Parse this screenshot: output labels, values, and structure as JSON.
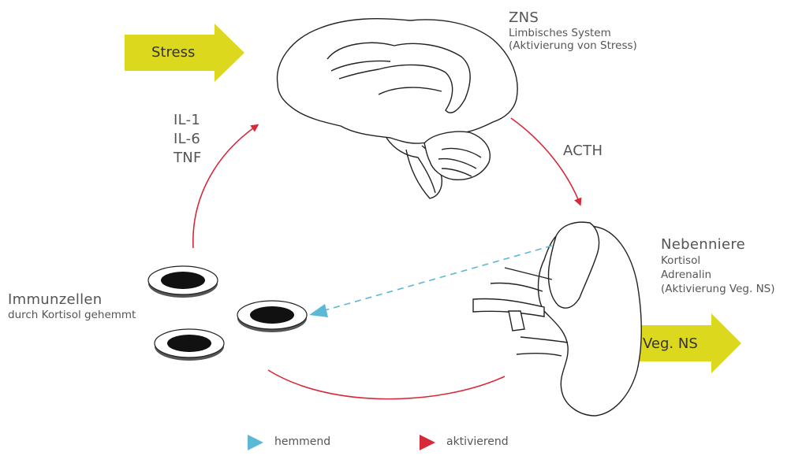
{
  "nodes": {
    "stress": "Stress",
    "veg_ns": "Veg. NS",
    "zns": {
      "title": "ZNS",
      "line1": "Limbisches System",
      "line2": "(Aktivierung von Stress)"
    },
    "cytokines": [
      "IL-1",
      "IL-6",
      "TNF"
    ],
    "acth": "ACTH",
    "nebenniere": {
      "title": "Nebenniere",
      "line1": "Kortisol",
      "line2": "Adrenalin",
      "line3": "(Aktivierung Veg. NS)"
    },
    "immunzellen": {
      "title": "Immunzellen",
      "line1": "durch Kortisol gehemmt"
    }
  },
  "legend": {
    "inhibiting": "hemmend",
    "activating": "aktivierend"
  },
  "colors": {
    "activating": "#d62a3a",
    "inhibiting": "#5bb8d6",
    "highlight_arrow": "#dcd81e"
  }
}
